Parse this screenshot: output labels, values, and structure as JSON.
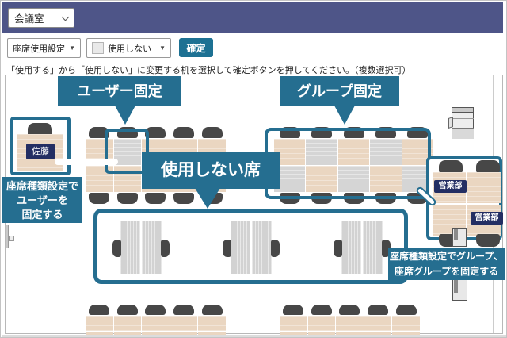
{
  "topbar": {
    "room_select": "会議室"
  },
  "toolbar": {
    "setting_dropdown": "座席使用設定",
    "status_dropdown": "使用しない",
    "confirm_button": "確定"
  },
  "icons": {
    "caret_down": "▼"
  },
  "instruction": "「使用する」から「使用しない」に変更する机を選択して確定ボタンを押してください。（複数選択可）",
  "callouts": {
    "user_fixed": "ユーザー固定",
    "group_fixed": "グループ固定",
    "unused_seats": "使用しない席"
  },
  "notes": {
    "user_fixed_note": "座席種類設定で\nユーザーを\n固定する",
    "group_fixed_note": "座席種類設定でグループ、\n座席グループを固定する"
  },
  "seat_labels": {
    "user_seat": "佐藤",
    "group_seat": "営業部"
  },
  "colors": {
    "accent_teal": "#256e90",
    "topbar_bg": "#4e5588",
    "label_navy": "#232e63",
    "desk_used_tan": "#ead6c1",
    "desk_unused_gray": "#d5d5d5",
    "confirm_button_bg": "#1d7193"
  },
  "floor": {
    "grids": {
      "row1_left": {
        "chairsTop": true,
        "chairsBottom": true,
        "deskHeights": [
          33,
          33
        ],
        "deskRows": [
          [
            "t",
            "g",
            "t",
            "t",
            "t"
          ],
          [
            "t",
            "t",
            "t",
            "t",
            "t"
          ]
        ]
      },
      "row1_right": {
        "chairsTop": true,
        "chairsBottom": true,
        "deskHeights": [
          33,
          33
        ],
        "deskRows": [
          [
            "t",
            "g",
            "t",
            "g",
            "t"
          ],
          [
            "g",
            "t",
            "g",
            "t",
            "g"
          ]
        ]
      },
      "bottom_left": {
        "chairsTop": true,
        "chairsBottom": false,
        "deskHeights": [
          19,
          4
        ],
        "deskRows": [
          [
            "t",
            "t",
            "t",
            "t",
            "t"
          ],
          [
            "t",
            "t",
            "t",
            "t",
            "t"
          ]
        ]
      },
      "bottom_right": {
        "chairsTop": true,
        "chairsBottom": false,
        "deskHeights": [
          19,
          4
        ],
        "deskRows": [
          [
            "t",
            "t",
            "t",
            "t",
            "t"
          ],
          [
            "t",
            "t",
            "t",
            "t",
            "t"
          ]
        ]
      }
    },
    "unused_pair_count": 3
  }
}
